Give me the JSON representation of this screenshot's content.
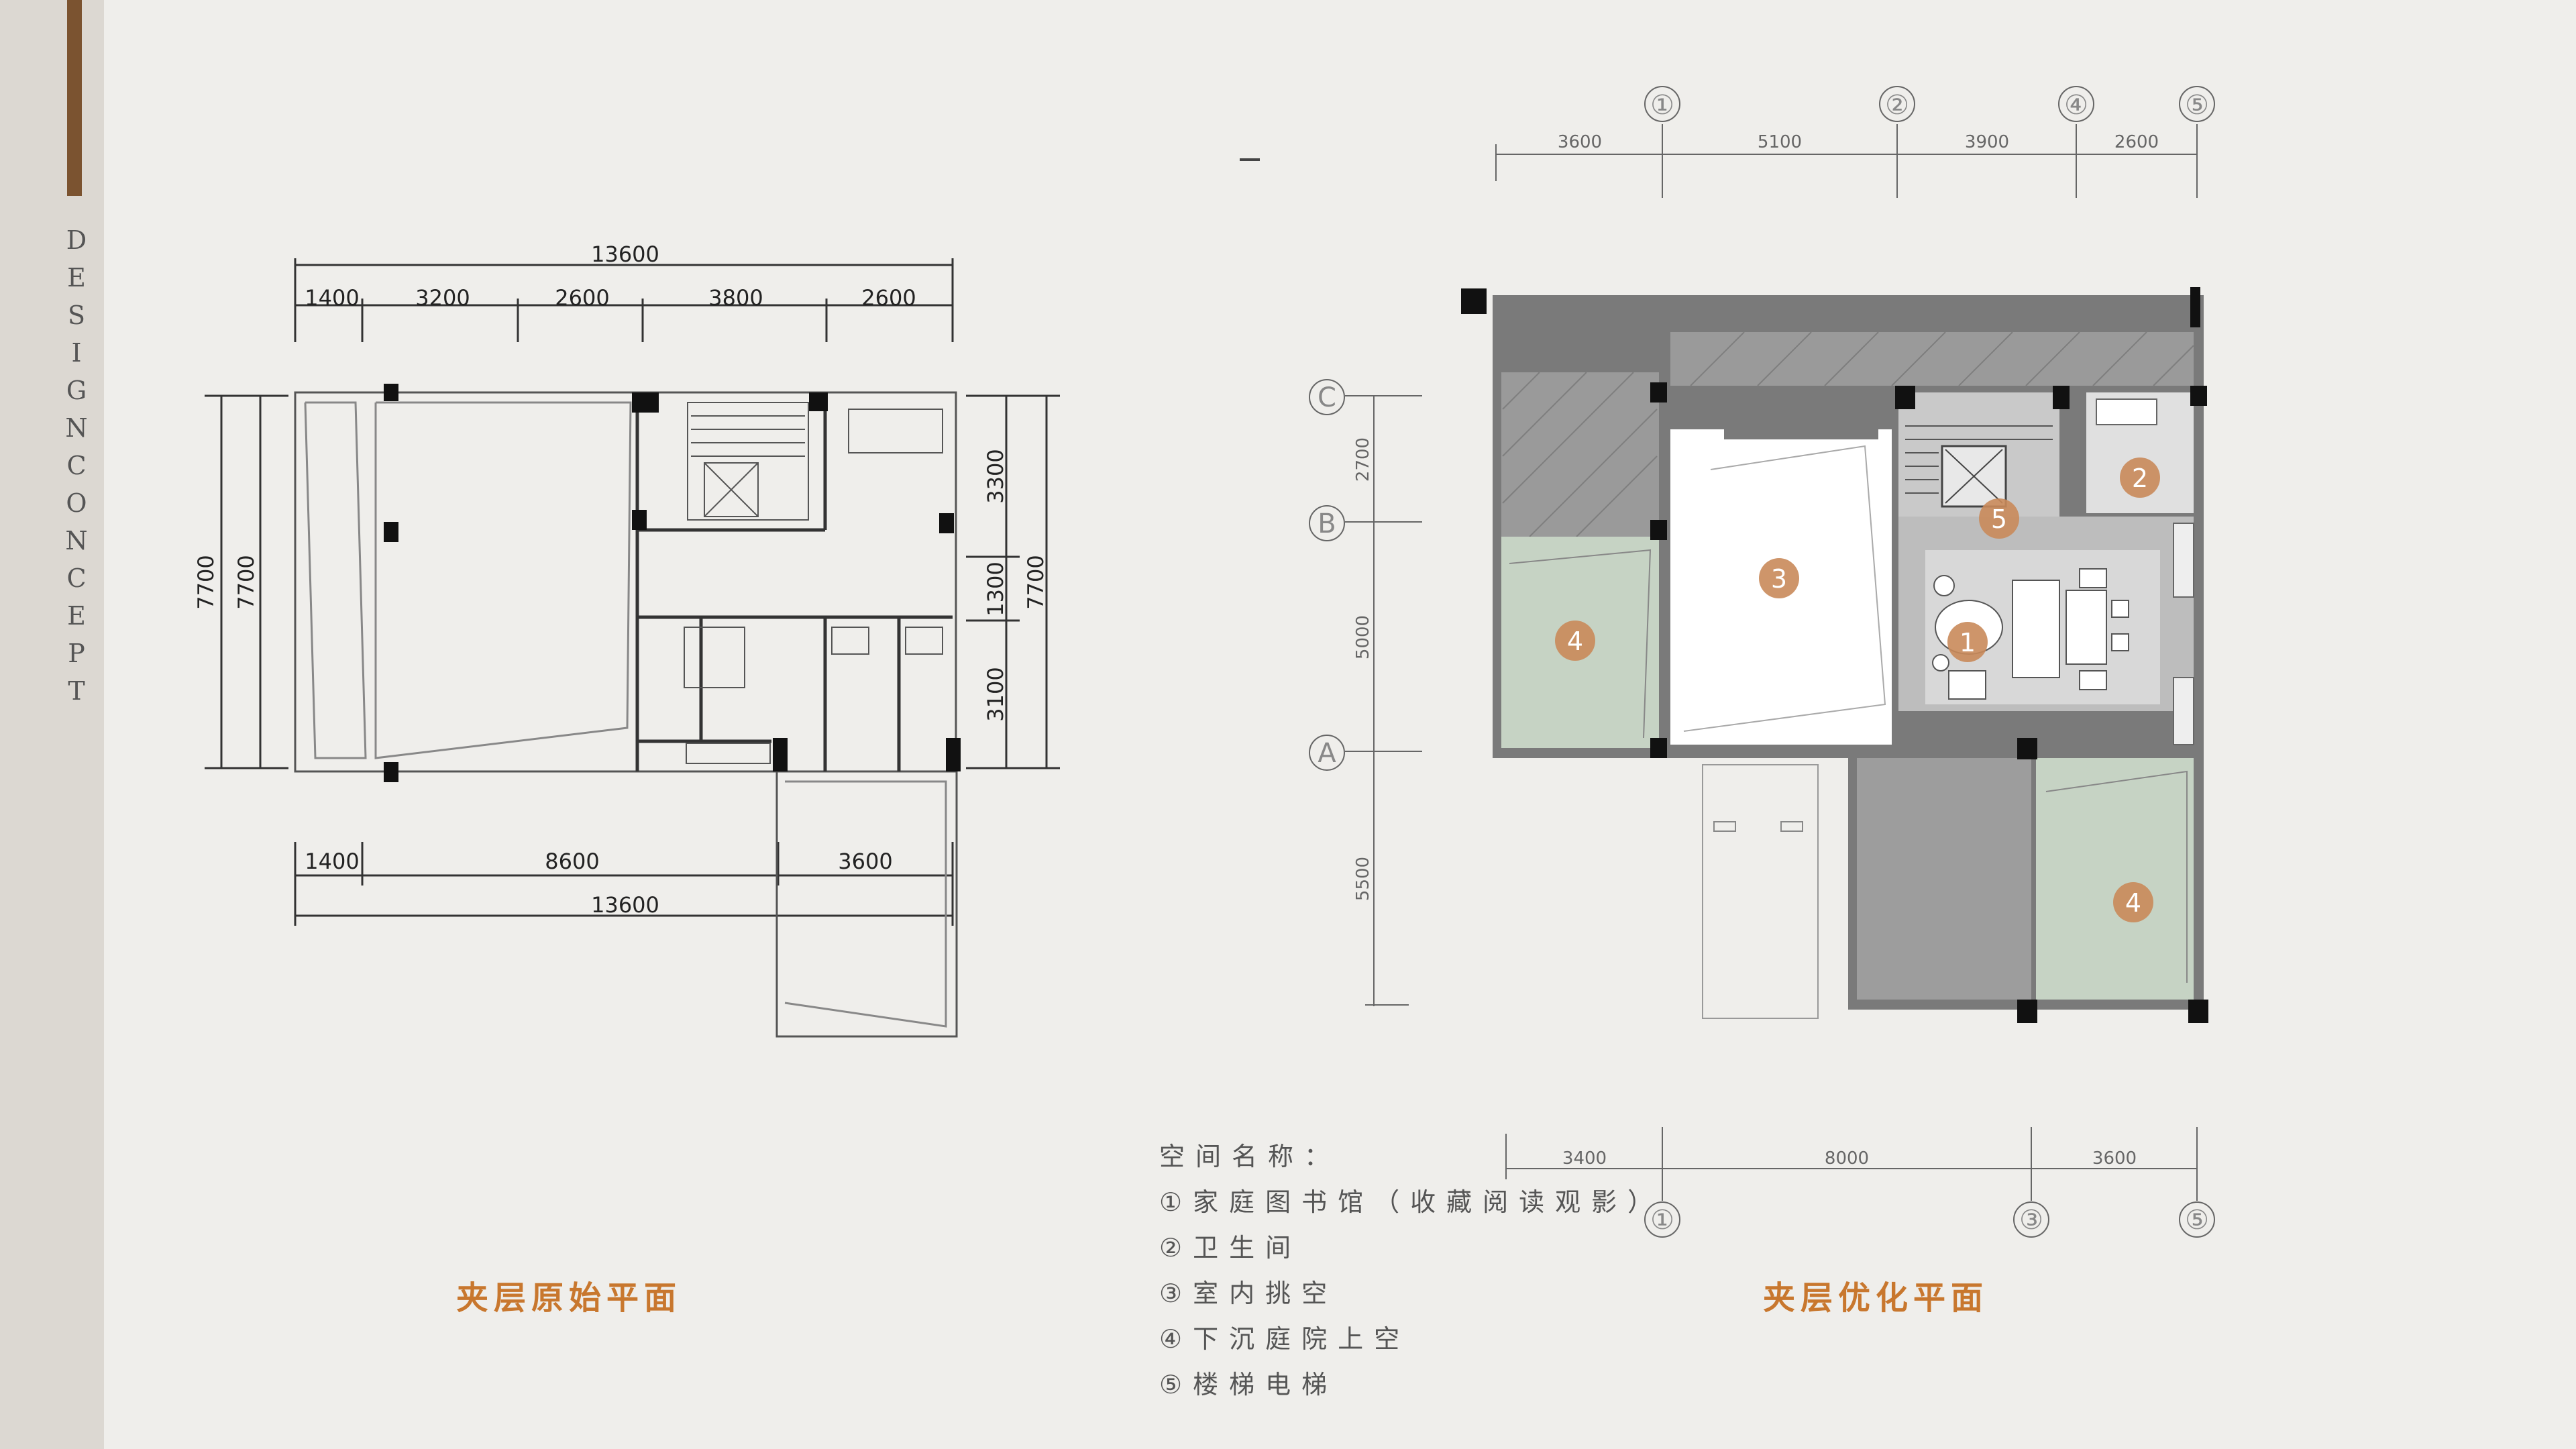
{
  "sidebar": {
    "vertical_text": "DESIGNCONCEPT",
    "accent_color": "#7b5330"
  },
  "left_plan": {
    "title": "夹层原始平面",
    "top_total": "13600",
    "top_dims": [
      "1400",
      "3200",
      "2600",
      "3800",
      "2600"
    ],
    "bottom_dims": [
      "1400",
      "8600",
      "3600"
    ],
    "bottom_total": "13600",
    "left_dims": [
      "7700",
      "7700"
    ],
    "right_dims": [
      "3300",
      "1300",
      "3100"
    ],
    "right_total": "7700"
  },
  "right_plan": {
    "title": "夹层优化平面",
    "axis_top": [
      "①",
      "②",
      "④",
      "⑤"
    ],
    "top_dims": [
      "3600",
      "5100",
      "3900",
      "2600"
    ],
    "axis_bottom": [
      "①",
      "③",
      "⑤"
    ],
    "bottom_dims": [
      "3400",
      "8000",
      "3600"
    ],
    "axis_left": [
      "C",
      "B",
      "A"
    ],
    "left_dims": [
      "2700",
      "5000",
      "5500"
    ],
    "markers": [
      "1",
      "2",
      "3",
      "4",
      "4",
      "5"
    ],
    "marker_color": "#c98a5a",
    "green_color": "#c6d3c4"
  },
  "legend": {
    "heading": "空间名称：",
    "items": [
      "①家庭图书馆（收藏阅读观影）",
      "②卫生间",
      "③室内挑空",
      "④下沉庭院上空",
      "⑤楼梯电梯"
    ]
  },
  "title_color": "#c8772e"
}
